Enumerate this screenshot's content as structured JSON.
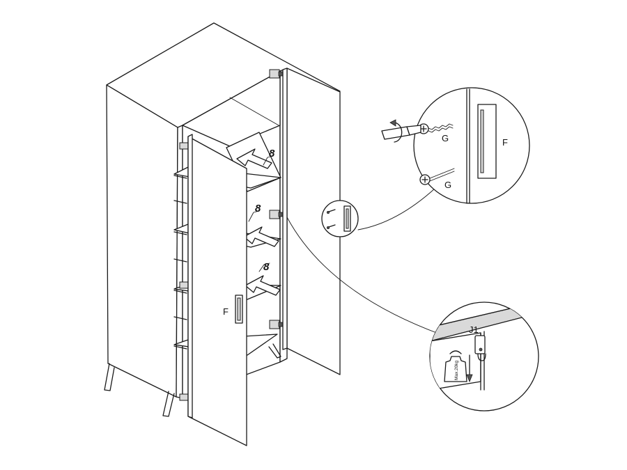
{
  "labels": {
    "shelf_callout_1": "8",
    "shelf_callout_2": "8",
    "shelf_callout_3": "8",
    "handle_label": "F",
    "screw_label_top": "G",
    "screw_label_bottom": "G",
    "detail_handle_label": "F",
    "hinge_detail_label": "J1",
    "max_load": "Max.20kg"
  },
  "icons": {
    "rotation": "clockwise-rotate-icon",
    "screw": "screw-icon",
    "weight": "weight-icon"
  }
}
